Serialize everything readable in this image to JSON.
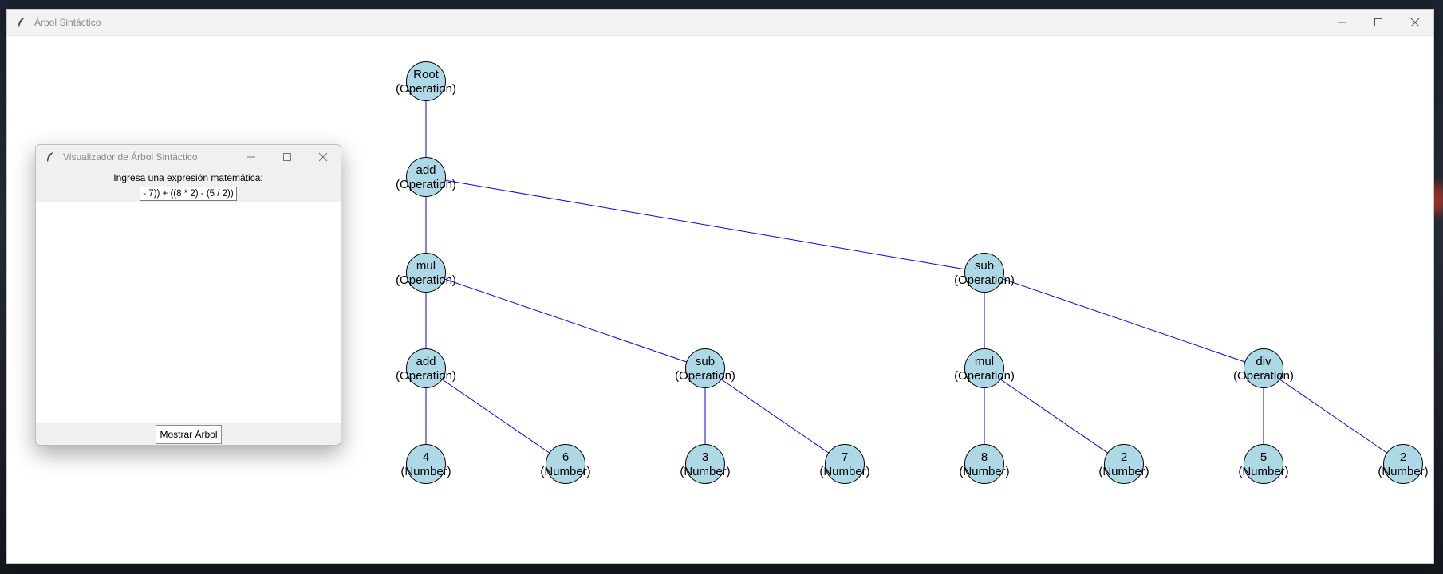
{
  "main_window": {
    "title": "Árbol Sintáctico",
    "controls": [
      "minimize-icon",
      "maximize-icon",
      "close-icon"
    ]
  },
  "tree": {
    "node_fill": "#add8e6",
    "edge_color": "#0000ff",
    "nodes": [
      {
        "id": "root",
        "value": "Root",
        "type": "(Operation)"
      },
      {
        "id": "add1",
        "value": "add",
        "type": "(Operation)"
      },
      {
        "id": "mul1",
        "value": "mul",
        "type": "(Operation)"
      },
      {
        "id": "sub1",
        "value": "sub",
        "type": "(Operation)"
      },
      {
        "id": "add2",
        "value": "add",
        "type": "(Operation)"
      },
      {
        "id": "sub2",
        "value": "sub",
        "type": "(Operation)"
      },
      {
        "id": "mul2",
        "value": "mul",
        "type": "(Operation)"
      },
      {
        "id": "div1",
        "value": "div",
        "type": "(Operation)"
      },
      {
        "id": "n4",
        "value": "4",
        "type": "(Number)"
      },
      {
        "id": "n6",
        "value": "6",
        "type": "(Number)"
      },
      {
        "id": "n3",
        "value": "3",
        "type": "(Number)"
      },
      {
        "id": "n7",
        "value": "7",
        "type": "(Number)"
      },
      {
        "id": "n8",
        "value": "8",
        "type": "(Number)"
      },
      {
        "id": "n2a",
        "value": "2",
        "type": "(Number)"
      },
      {
        "id": "n5",
        "value": "5",
        "type": "(Number)"
      },
      {
        "id": "n2b",
        "value": "2",
        "type": "(Number)"
      }
    ],
    "edges": [
      [
        "root",
        "add1"
      ],
      [
        "add1",
        "mul1"
      ],
      [
        "add1",
        "sub1"
      ],
      [
        "mul1",
        "add2"
      ],
      [
        "mul1",
        "sub2"
      ],
      [
        "sub1",
        "mul2"
      ],
      [
        "sub1",
        "div1"
      ],
      [
        "add2",
        "n4"
      ],
      [
        "add2",
        "n6"
      ],
      [
        "sub2",
        "n3"
      ],
      [
        "sub2",
        "n7"
      ],
      [
        "mul2",
        "n8"
      ],
      [
        "mul2",
        "n2a"
      ],
      [
        "div1",
        "n5"
      ],
      [
        "div1",
        "n2b"
      ]
    ]
  },
  "dialog": {
    "title": "Visualizador de Árbol Sintáctico",
    "prompt": "Ingresa una expresión matemática:",
    "expression_value": "- 7)) + ((8 * 2) - (5 / 2))",
    "button_label": "Mostrar Árbol"
  }
}
